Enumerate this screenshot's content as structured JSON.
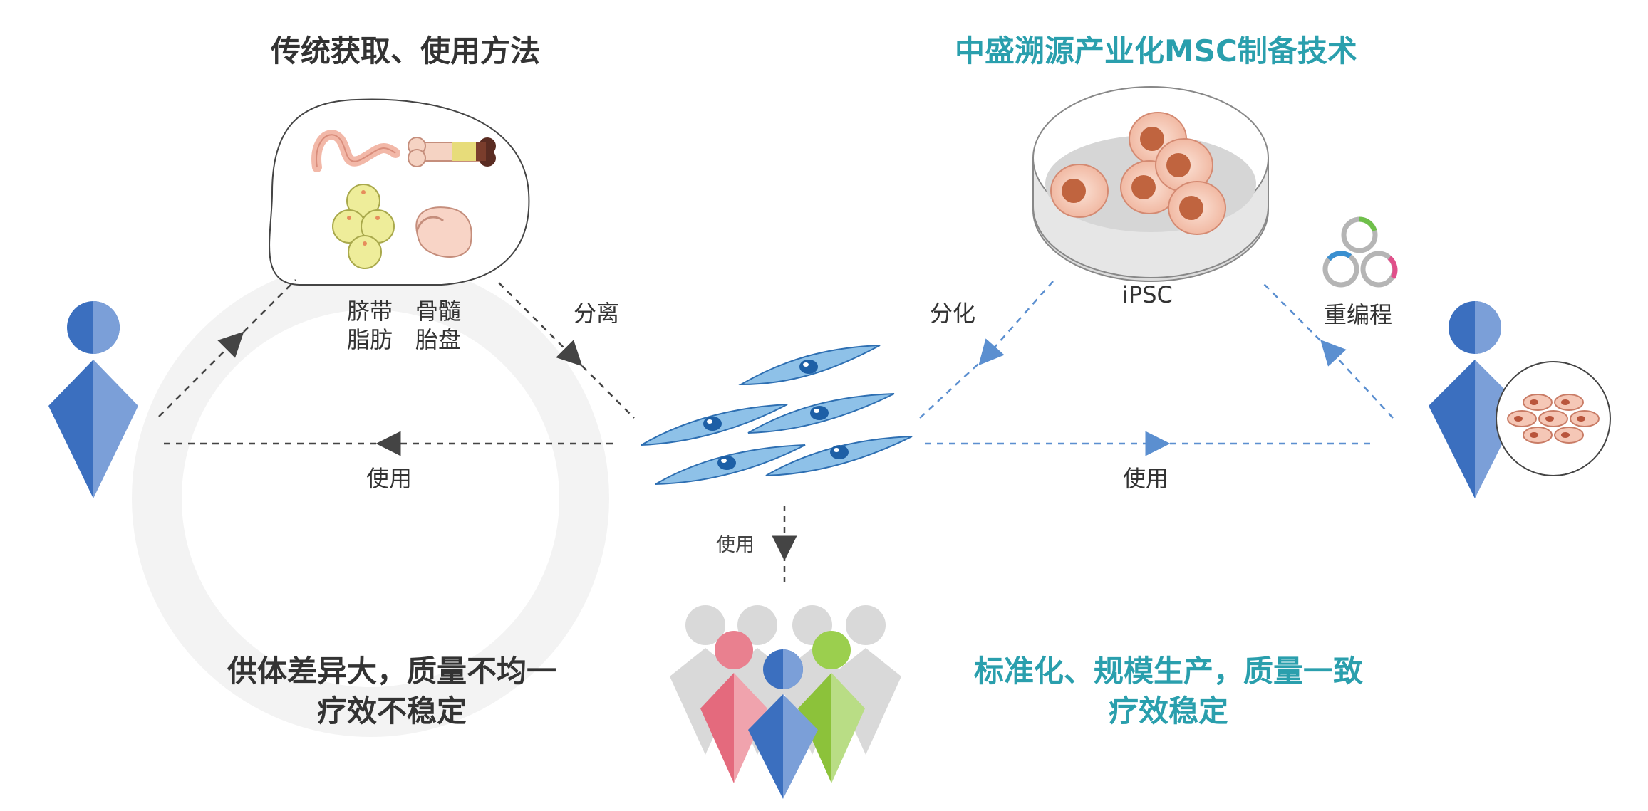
{
  "colors": {
    "teal": "#2a9fad",
    "dark_arrow": "#444444",
    "blue_arrow": "#5b8fd0",
    "person_blue_dark": "#3b6fbf",
    "person_blue_light": "#7b9fd8",
    "pink": "#e9808f",
    "green": "#9bcf4e",
    "grey": "#d9d9d9"
  },
  "left": {
    "title": "传统获取、使用方法",
    "source_labels": {
      "umbilical": "脐带",
      "marrow": "骨髓",
      "fat": "脂肪",
      "placenta": "胎盘"
    },
    "isolate_label": "分离",
    "use_label": "使用",
    "conclusion_line1": "供体差异大，质量不均一",
    "conclusion_line2": "疗效不稳定"
  },
  "right": {
    "title": "中盛溯源产业化MSC制备技术",
    "ipsc_label": "iPSC",
    "differentiate_label": "分化",
    "reprogram_label": "重编程",
    "use_label": "使用",
    "conclusion_line1": "标准化、规模生产，质量一致",
    "conclusion_line2": "疗效稳定"
  },
  "center": {
    "use_label": "使用"
  },
  "icons": [
    "person-icon",
    "tissue-sources-icon",
    "msc-cells-icon",
    "ipsc-dish-icon",
    "reprogram-plasmids-icon",
    "skin-cells-icon",
    "patient-group-icon",
    "watermark-logo"
  ]
}
